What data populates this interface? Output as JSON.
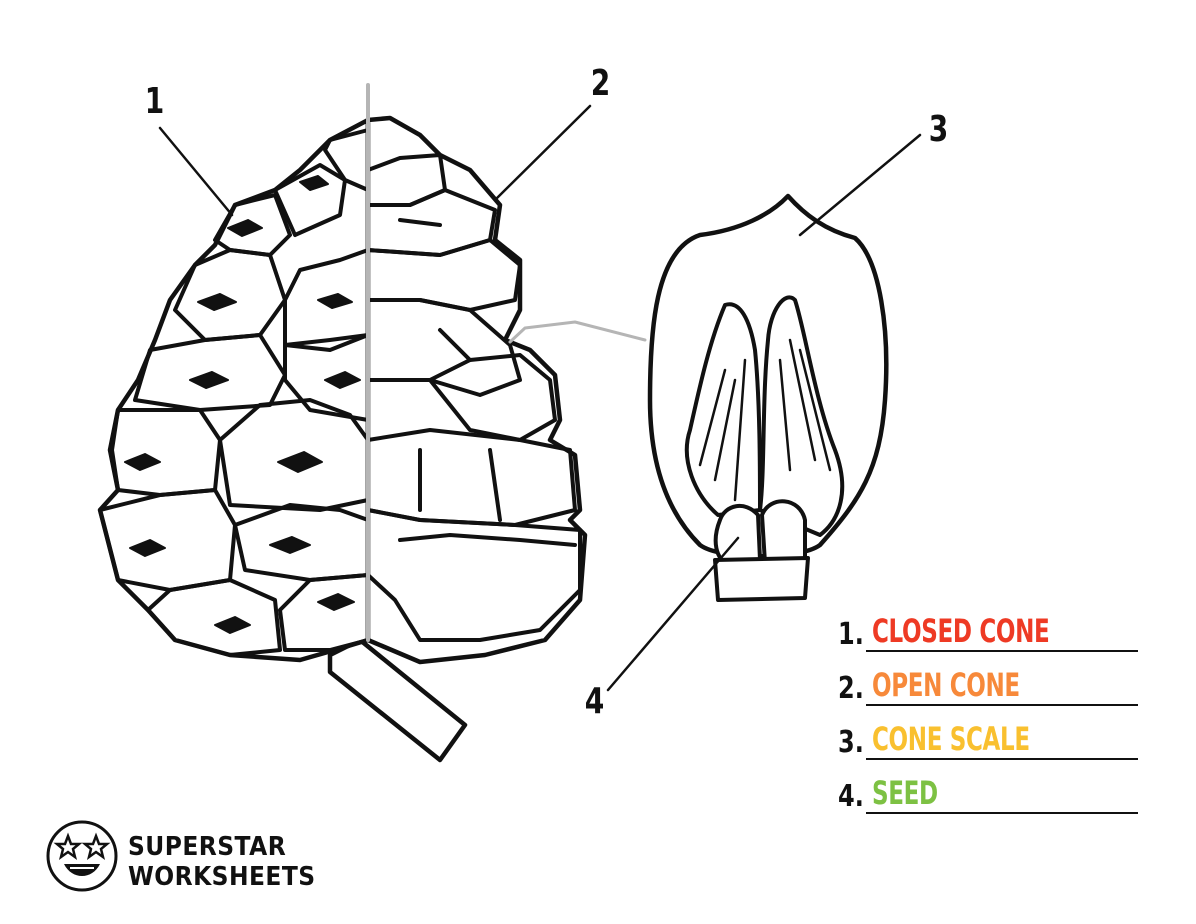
{
  "labels": [
    "1",
    "2",
    "3",
    "4"
  ],
  "answers": [
    {
      "num": "1.",
      "text": "CLOSED CONE",
      "color": "#ee3a24"
    },
    {
      "num": "2.",
      "text": "OPEN CONE",
      "color": "#f7893a"
    },
    {
      "num": "3.",
      "text": "CONE SCALE",
      "color": "#f9c02f"
    },
    {
      "num": "4.",
      "text": "SEED",
      "color": "#7dc143"
    }
  ],
  "brand": {
    "line1": "SUPERSTAR",
    "line2": "WORKSHEETS"
  },
  "colors": {
    "ink": "#111111",
    "divider": "#b5b5b5"
  }
}
